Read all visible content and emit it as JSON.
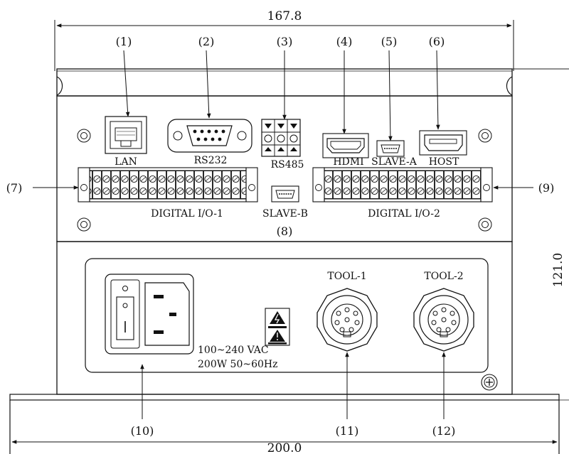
{
  "dimensions": {
    "top_width": "167.8",
    "bottom_width": "200.0",
    "height": "121.0"
  },
  "callouts": {
    "c1": "(1)",
    "c2": "(2)",
    "c3": "(3)",
    "c4": "(4)",
    "c5": "(5)",
    "c6": "(6)",
    "c7": "(7)",
    "c8": "(8)",
    "c9": "(9)",
    "c10": "(10)",
    "c11": "(11)",
    "c12": "(12)"
  },
  "ports": {
    "lan": "LAN",
    "rs232": "RS232",
    "rs485": "RS485",
    "hdmi": "HDMI",
    "slave_a": "SLAVE-A",
    "host": "HOST",
    "digital_io_1": "DIGITAL I/O-1",
    "slave_b": "SLAVE-B",
    "digital_io_2": "DIGITAL I/O-2",
    "tool_1": "TOOL-1",
    "tool_2": "TOOL-2"
  },
  "power": {
    "voltage": "100~240 VAC",
    "rating": "200W 50~60Hz"
  }
}
